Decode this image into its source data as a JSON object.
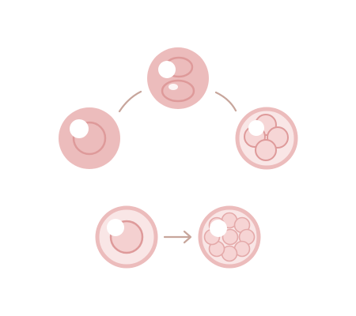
{
  "colors": {
    "cell_fill": "#ecbcbc",
    "cell_dark_fill": "#e9b0b0",
    "outline": "#de9a9a",
    "pale_fill": "#f9e6e6",
    "ring": "#ecbcbc",
    "highlight": "#ffffff",
    "connector": "#c7a59b"
  },
  "diagram": {
    "stages": [
      {
        "id": "zygote",
        "icon": "single-cell-icon"
      },
      {
        "id": "two-cell",
        "icon": "two-cell-embryo-icon"
      },
      {
        "id": "four-cell",
        "icon": "four-cell-embryo-icon"
      },
      {
        "id": "early-cell",
        "icon": "early-cell-icon"
      },
      {
        "id": "morula",
        "icon": "morula-icon"
      }
    ],
    "connectors": [
      "curve-left",
      "curve-right",
      "arrow-right"
    ]
  }
}
